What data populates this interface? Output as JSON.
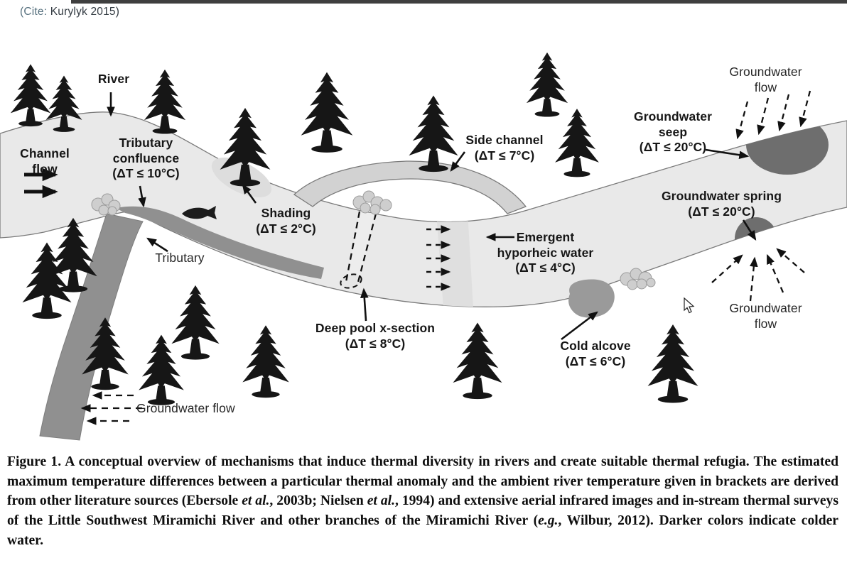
{
  "page": {
    "citation_prefix": "(Cite: ",
    "citation_text": "Kurylyk 2015)"
  },
  "diagram": {
    "labels": {
      "river": "River",
      "channel_flow": [
        "Channel",
        "flow"
      ],
      "tributary_confluence": [
        "Tributary",
        "confluence",
        "(ΔT ≤ 10°C)"
      ],
      "shading": [
        "Shading",
        "(ΔT ≤ 2°C)"
      ],
      "tributary": "Tributary",
      "side_channel": [
        "Side channel",
        "(ΔT ≤ 7°C)"
      ],
      "deep_pool": [
        "Deep pool x-section",
        "(ΔT ≤ 8°C)"
      ],
      "emergent_hyporheic": [
        "Emergent",
        "hyporheic water",
        "(ΔT ≤ 4°C)"
      ],
      "cold_alcove": [
        "Cold alcove",
        "(ΔT ≤ 6°C)"
      ],
      "groundwater_seep": [
        "Groundwater",
        "seep",
        "(ΔT ≤ 20°C)"
      ],
      "groundwater_spring": [
        "Groundwater spring",
        "(ΔT ≤ 20°C)"
      ],
      "groundwater_flow_top_right": [
        "Groundwater",
        "flow"
      ],
      "groundwater_flow_bottom_right": [
        "Groundwater",
        "flow"
      ],
      "groundwater_flow_bottom_left": "Groundwater flow"
    },
    "icons": [
      "pine-tree-icon",
      "fish-icon",
      "boulder-cluster-icon",
      "solid-arrow-icon",
      "dashed-arrow-icon",
      "cursor-pointer-icon"
    ],
    "colors": {
      "river_water": "#e9e9e9",
      "side_channel_water": "#d2d2d2",
      "shading_patch": "#dddddd",
      "hyporheic_strip": "#dfdfdf",
      "tributary_water": "#909090",
      "cold_alcove_water": "#9a9a9a",
      "groundwater_anomaly": "#6e6e6e",
      "tree": "#161616",
      "bank_outline": "#7a7a7a",
      "label_text": "#161616"
    }
  },
  "caption": {
    "segments": [
      {
        "text": "Figure 1. A conceptual overview of mechanisms that induce thermal diversity in rivers and create suitable thermal refugia. The estimated maximum temperature differences between a particular thermal anomaly and the ambient river temperature given in brackets are derived from other literature sources (Ebersole ",
        "italic": false
      },
      {
        "text": "et al.",
        "italic": true
      },
      {
        "text": ", 2003b; Nielsen ",
        "italic": false
      },
      {
        "text": "et al.",
        "italic": true
      },
      {
        "text": ", 1994) and extensive aerial infrared images and in-stream thermal surveys of the Little Southwest Miramichi River and other branches of the Miramichi River (",
        "italic": false
      },
      {
        "text": "e.g.",
        "italic": true
      },
      {
        "text": ", Wilbur, 2012). Darker colors indicate colder water.",
        "italic": false
      }
    ]
  }
}
